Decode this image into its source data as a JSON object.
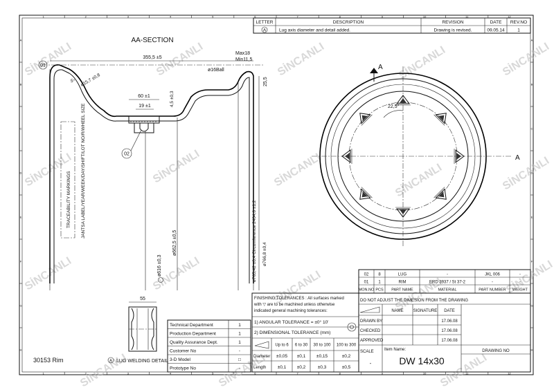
{
  "revision_table": {
    "headers": {
      "letter": "LETTER",
      "description": "DESCRIPTION",
      "revision": "REVISION",
      "date": "DATE",
      "rev_no": "REV.NO"
    },
    "row": {
      "letter": "A",
      "description": "Lug axis diameter and detail added.",
      "revision": "Drawing is revised.",
      "date": "09.05.14",
      "rev_no": "1"
    }
  },
  "section": {
    "title": "AA-SECTION",
    "item_01": "01",
    "item_02": "02",
    "dims": {
      "width": "355,5 ±5",
      "max": "Max18",
      "min": "Min11,5",
      "ball": "ø16Ball",
      "r3": "25,5",
      "angle": "5°",
      "radius": "ø15,7 ±0,8",
      "lug60": "60 ±1",
      "lug19": "19 ±1",
      "lug45": "4,5 ±0,3",
      "d616": "ø616 ±0,3",
      "d662": "ø662,5 ±0,5",
      "circ": "ø765,42 ±0,4  Circumference 2404,6 ±1,2",
      "d766": "ø766,8 ±0,4",
      "markA": "A"
    },
    "traceability_1": "TRACEABILITY MARKINGS",
    "traceability_2": "JANTSA LABEL/YEAR/WEEK/DAY/SHIFT/LOT NO/R/WHEEL SIZE"
  },
  "front_view": {
    "section_mark": "A",
    "angle": "22,5°"
  },
  "detail": {
    "dim": "55",
    "label": "LUG WELDING DETAIL",
    "marker": "A"
  },
  "part_label": "30153 Rim",
  "departments": [
    {
      "name": "Technical Department",
      "qty": "1"
    },
    {
      "name": "Production Department",
      "qty": "1"
    },
    {
      "name": "Quality Assurance Dept.",
      "qty": "1"
    },
    {
      "name": "Customer No",
      "qty": "-"
    },
    {
      "name": "3-D Model",
      "qty": "□"
    },
    {
      "name": "Prototype No",
      "qty": "-"
    }
  ],
  "tolerances": {
    "note_1": "FINISHING TOLERANCES : All surfaces marked",
    "note_2": "with ▽ are to be machined unless otherwise",
    "note_3": "indicated general machining tolerances:",
    "angular": "1) ANGULAR TOLERANCE = ±0° 10'",
    "dimensional": "2) DIMENSIONAL TOLERANCE (mm)",
    "ranges": [
      "Up to 6",
      "6 to 30",
      "30 to 100",
      "100 to 300"
    ],
    "rows": [
      {
        "label": "Diameter",
        "values": [
          "±0,05",
          "±0,1",
          "±0,15",
          "±0,2"
        ]
      },
      {
        "label": "Length",
        "values": [
          "±0,1",
          "±0,2",
          "±0,3",
          "±0,5"
        ]
      }
    ]
  },
  "parts_list": {
    "rows": [
      {
        "no": "02",
        "pcs": "8",
        "name": "LUG",
        "material": "-",
        "part_number": "JKL 006",
        "weight": "-"
      },
      {
        "no": "01",
        "pcs": "1",
        "name": "RIM",
        "material": "ERD 3937 / St 37-2",
        "part_number": "-",
        "weight": "-"
      }
    ],
    "headers": {
      "no": "MON.NO",
      "pcs": "PCS",
      "name": "PART NAME",
      "material": "MATERIAL",
      "part_number": "PART NUMBER",
      "weight": "WEIGHT"
    }
  },
  "title_block": {
    "note": "DO NOT ADJUST THE DIMESION FROM THE DRAWING",
    "col_name": "NAME",
    "col_signature": "SIGNATURE",
    "col_date": "DATE",
    "rows": [
      {
        "role": "DRAWN BY",
        "date": "17.06.08"
      },
      {
        "role": "CHECKED",
        "date": "17.06.08"
      },
      {
        "role": "APPROVED",
        "date": "17.06.08"
      }
    ],
    "scale_label": "SCALE",
    "scale_value": "-",
    "item_name_label": "Item Name:",
    "item_name": "DW  14x30",
    "drawing_no_label": "DRAWING NO"
  },
  "watermark": "SİNCANLI",
  "border": {
    "cols": [
      "1",
      "2",
      "3",
      "4",
      "5",
      "6",
      "7",
      "8",
      "9",
      "10",
      "11",
      "12"
    ],
    "rows": [
      "A",
      "B",
      "C",
      "D",
      "E",
      "F",
      "G",
      "H"
    ]
  }
}
